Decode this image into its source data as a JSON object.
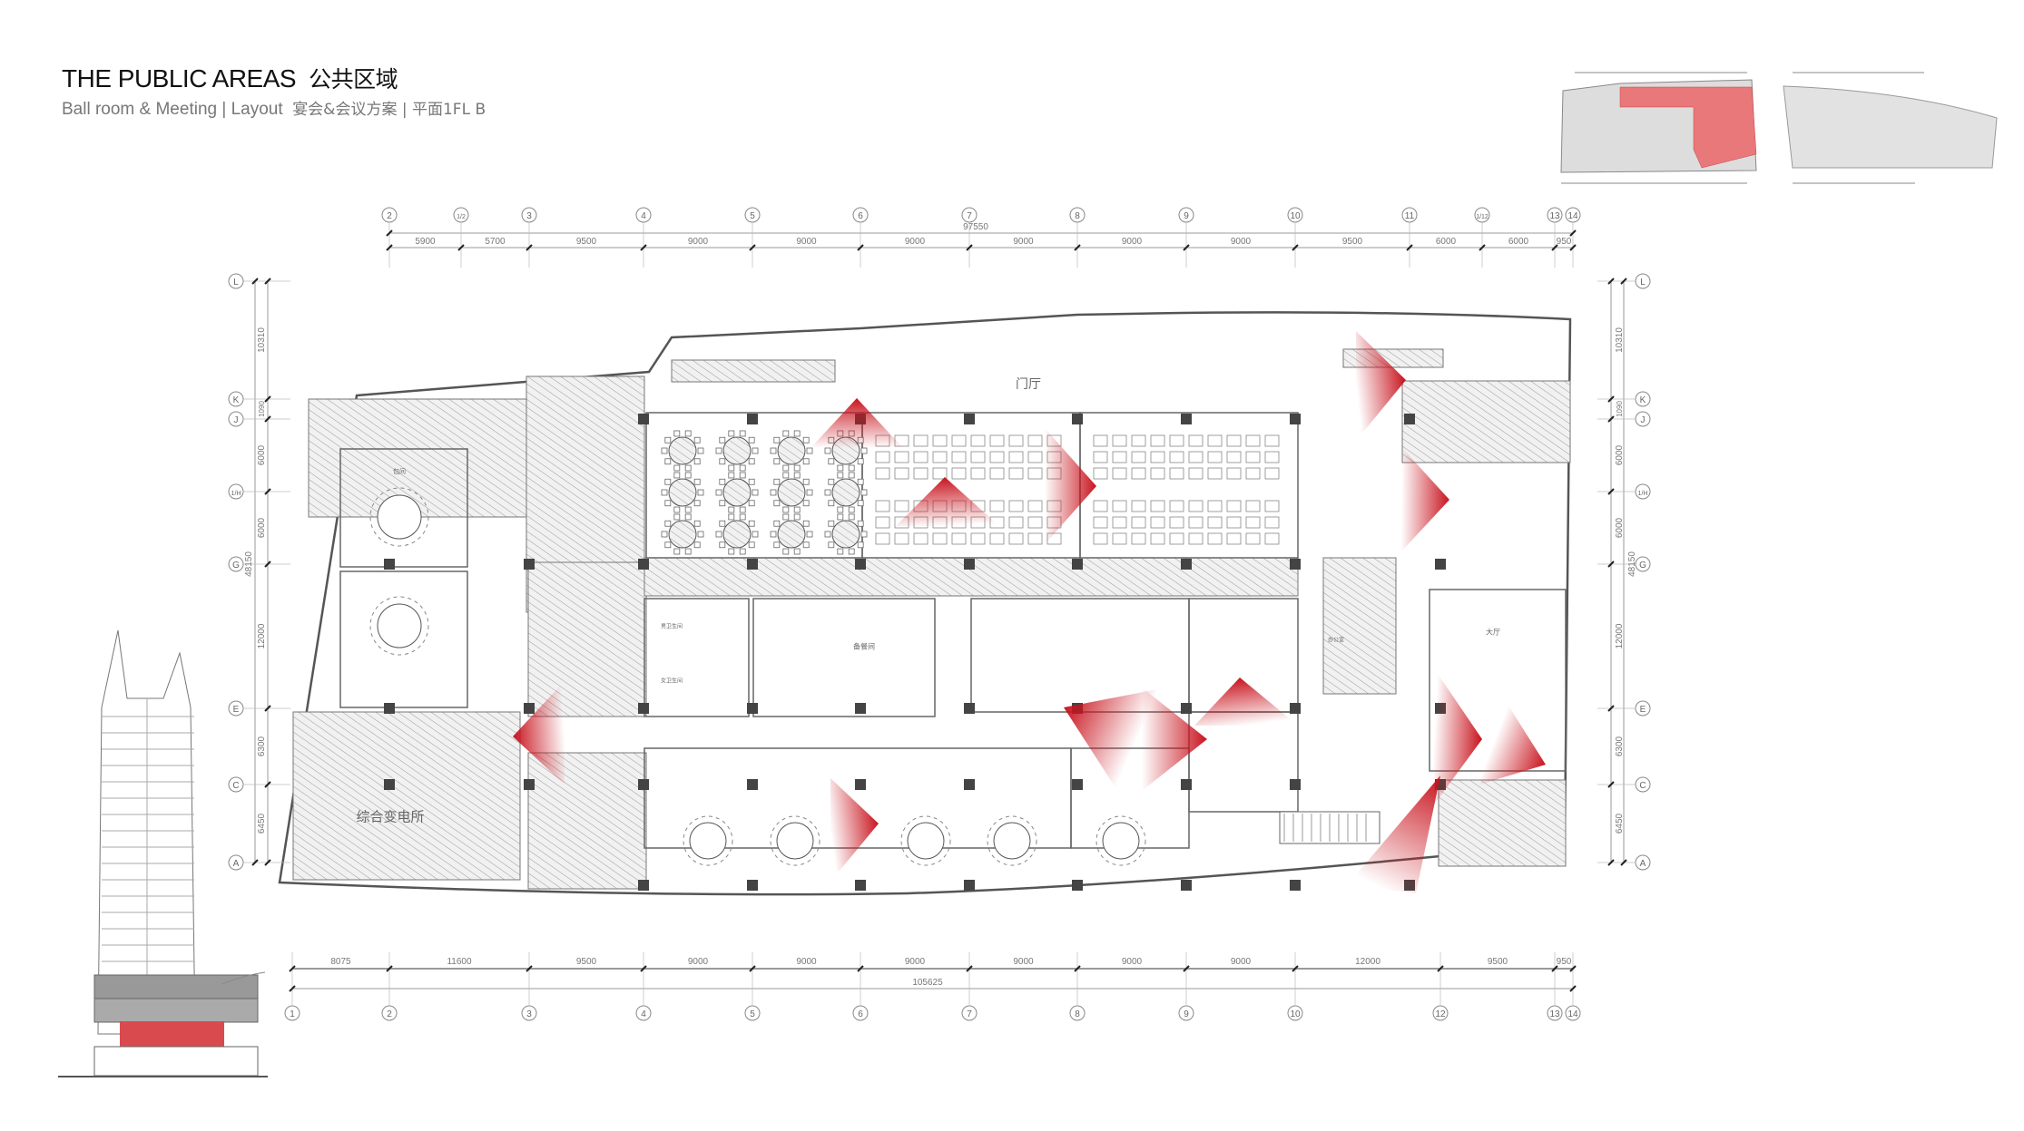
{
  "header": {
    "title": "THE PUBLIC AREAS",
    "title_cn": "公共区域",
    "subtitle": "Ball room & Meeting | Layout",
    "subtitle_cn": "宴会&会议方案 | 平面1FL B"
  },
  "top_axis": {
    "grid_labels": [
      "2",
      "1/2",
      "3",
      "4",
      "5",
      "6",
      "7",
      "8",
      "9",
      "10",
      "11",
      "1/12",
      "13",
      "14"
    ],
    "segment_dims": [
      "5900",
      "5700",
      "9500",
      "9000",
      "9000",
      "9000",
      "9000",
      "9000",
      "9000",
      "9500",
      "6000",
      "6000",
      "950"
    ],
    "total_dim": "97550"
  },
  "bottom_axis": {
    "grid_labels": [
      "1",
      "2",
      "3",
      "4",
      "5",
      "6",
      "7",
      "8",
      "9",
      "10",
      "12",
      "13",
      "14"
    ],
    "segment_dims": [
      "8075",
      "11600",
      "9500",
      "9000",
      "9000",
      "9000",
      "9000",
      "9000",
      "9000",
      "12000",
      "9500",
      "950"
    ],
    "total_dim": "105625"
  },
  "side_axis": {
    "grid_labels": [
      "L",
      "K",
      "J",
      "1/H",
      "G",
      "E",
      "C",
      "A"
    ],
    "segment_dims": [
      "10310",
      "1090",
      "6000",
      "6000",
      "12000",
      "6300",
      "6450"
    ],
    "total_dim": "48150"
  },
  "rooms": {
    "lobby": "门厅",
    "substation": "综合变电所",
    "pantry": "备餐间",
    "hall": "大厅",
    "private_room": "包间",
    "restroom_m": "男卫生间",
    "restroom_f": "女卫生间",
    "office": "办公室"
  },
  "colors": {
    "accent_red": "#c8141e",
    "line": "#555555",
    "hatch": "#9a9a9a",
    "column": "#444444"
  }
}
